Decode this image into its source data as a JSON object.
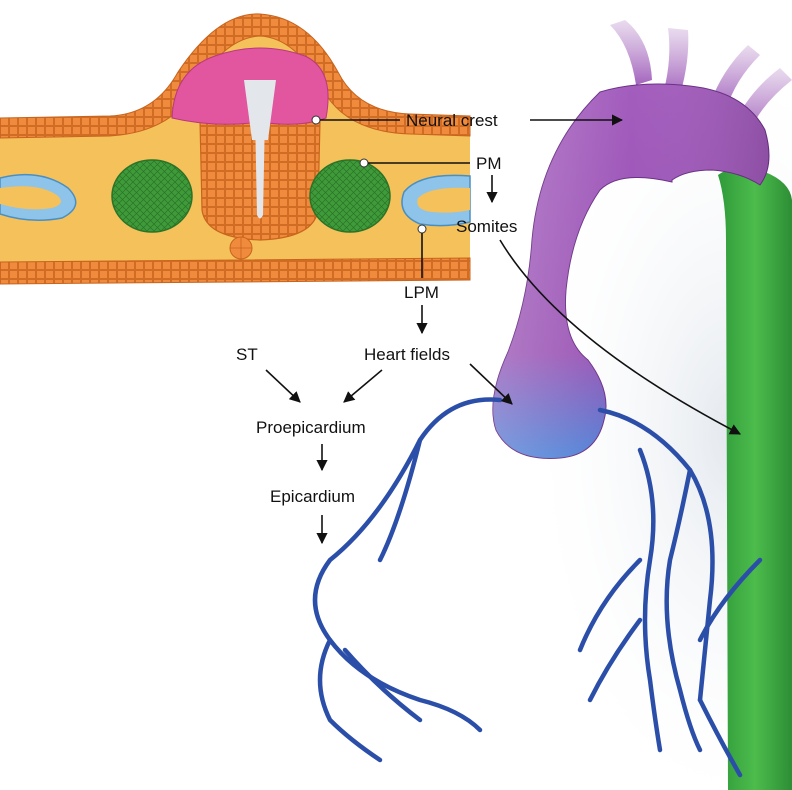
{
  "labels": {
    "neural_crest": "Neural crest",
    "pm": "PM",
    "somites": "Somites",
    "lpm": "LPM",
    "heart_fields": "Heart fields",
    "st": "ST",
    "proepicardium": "Proepicardium",
    "epicardium": "Epicardium"
  },
  "colors": {
    "ectoderm": "#f08a3c",
    "mesenchyme": "#f5c15a",
    "neural_tube": "#f0884a",
    "neural_crest": "#e2559f",
    "somite": "#3f9b3a",
    "lateral_plate": "#8ec3ea",
    "aorta_arch": "#9b4fb5",
    "descending_aorta": "#3fae48",
    "outflow_blue": "#5a8fd9",
    "coronary": "#2b4ea8"
  },
  "icons": [
    "arrow-icon"
  ]
}
